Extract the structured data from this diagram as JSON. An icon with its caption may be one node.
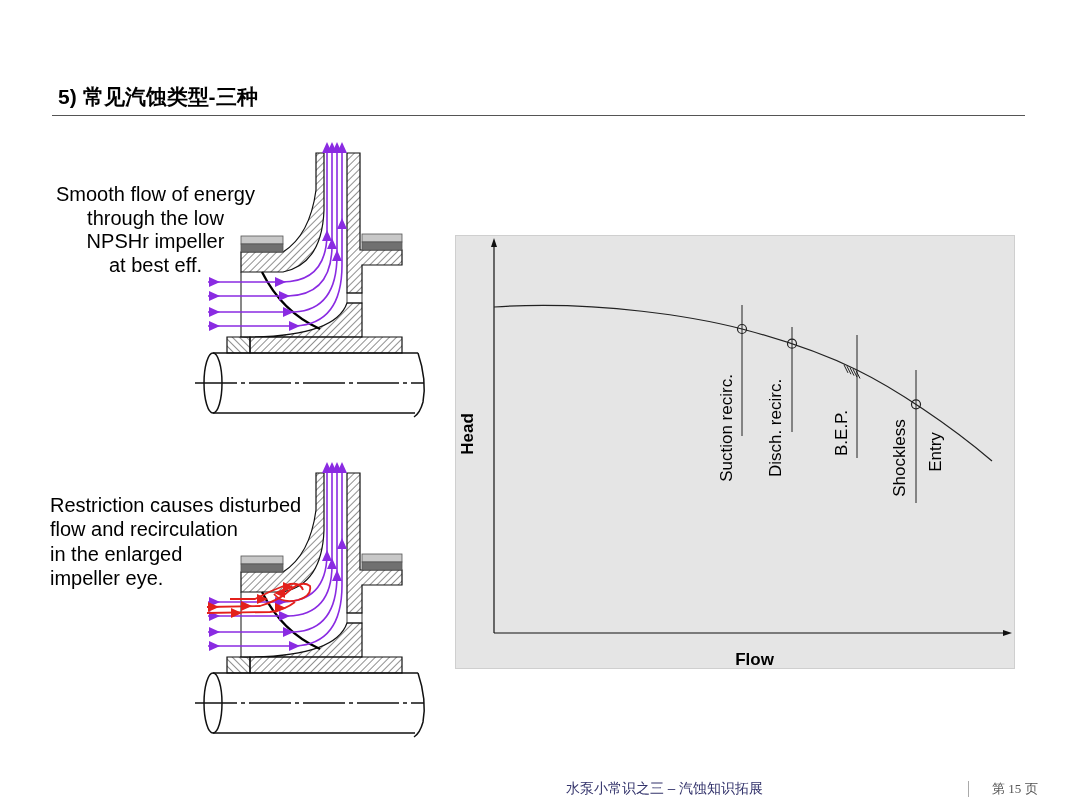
{
  "diagram": {
    "title": "5) 常见汽蚀类型-三种",
    "labels": [
      "Smooth flow of energy through the low NPSHr impeller at best eff.",
      "Restriction causes disturbed flow and recirculation in the enlarged impeller eye.",
      "Head",
      "Suction recirc.",
      "Disch. recirc.",
      "B.E.P.",
      "Shockless",
      "Entry",
      "Flow",
      "水泵小常识之三 – 汽蚀知识拓展",
      "第 15 页"
    ]
  }
}
